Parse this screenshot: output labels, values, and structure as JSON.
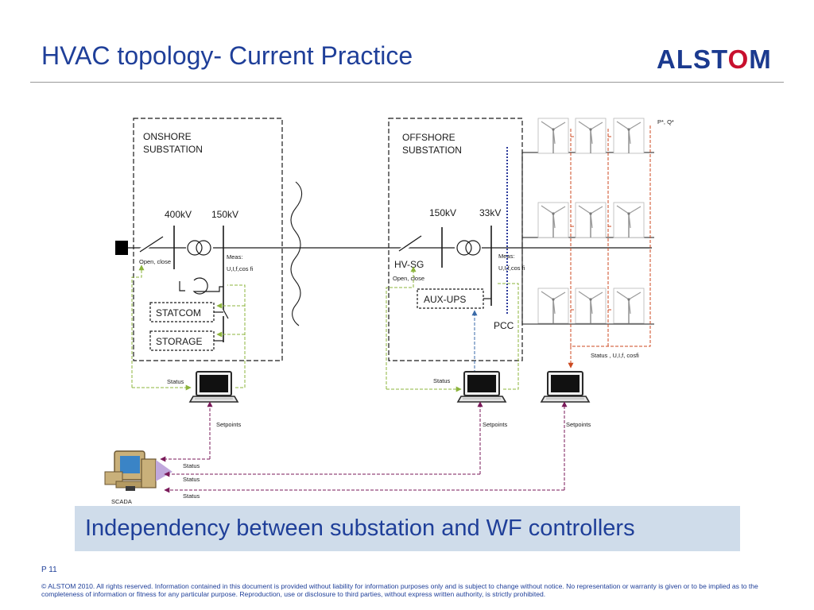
{
  "header": {
    "title": "HVAC topology- Current Practice",
    "logo": "ALSTOM"
  },
  "diagram": {
    "onshore": {
      "title_line1": "ONSHORE",
      "title_line2": "SUBSTATION",
      "voltage_high": "400kV",
      "voltage_low": "150kV",
      "breaker_label": "Open, close",
      "meas_label": "Meas:",
      "meas_values": "U,I,f,cos fi",
      "statcom": "STATCOM",
      "storage": "STORAGE",
      "status_label": "Status",
      "setpoints_label": "Setpoints"
    },
    "offshore": {
      "title_line1": "OFFSHORE",
      "title_line2": "SUBSTATION",
      "voltage_high": "150kV",
      "voltage_low": "33kV",
      "switchgear": "HV-SG",
      "breaker_label": "Open, close",
      "meas_label": "Meas:",
      "meas_values": "U,I,f,cos fi",
      "aux_ups": "AUX-UPS",
      "pcc": "PCC",
      "status_label": "Status",
      "setpoints_label": "Setpoints"
    },
    "windfarm": {
      "setpoint_label": "P*, Q*",
      "status_label": "Status , U,I,f, cosfi",
      "setpoints_label": "Setpoints"
    },
    "scada": {
      "label": "SCADA",
      "status_1": "Status",
      "status_2": "Status",
      "status_3": "Status"
    },
    "colors": {
      "line": "#1a1a1a",
      "status_green": "#8cb43c",
      "setpoint_purple": "#7a1a5a",
      "wf_red": "#cc4a22",
      "aux_blue": "#3a6aa8",
      "pcc_dots": "#2b3a9a",
      "scada_arrow": "#c0a8dc"
    }
  },
  "callout": {
    "text": "Independency between substation and WF controllers"
  },
  "footer": {
    "page": "P 11",
    "copyright": "© ALSTOM 2010. All rights reserved. Information contained in this document is provided without liability for information purposes only and is subject to change without notice. No representation or warranty is given or to be implied as to the completeness of information or fitness for any particular purpose. Reproduction, use or disclosure to third parties, without express written authority, is strictly prohibited."
  }
}
